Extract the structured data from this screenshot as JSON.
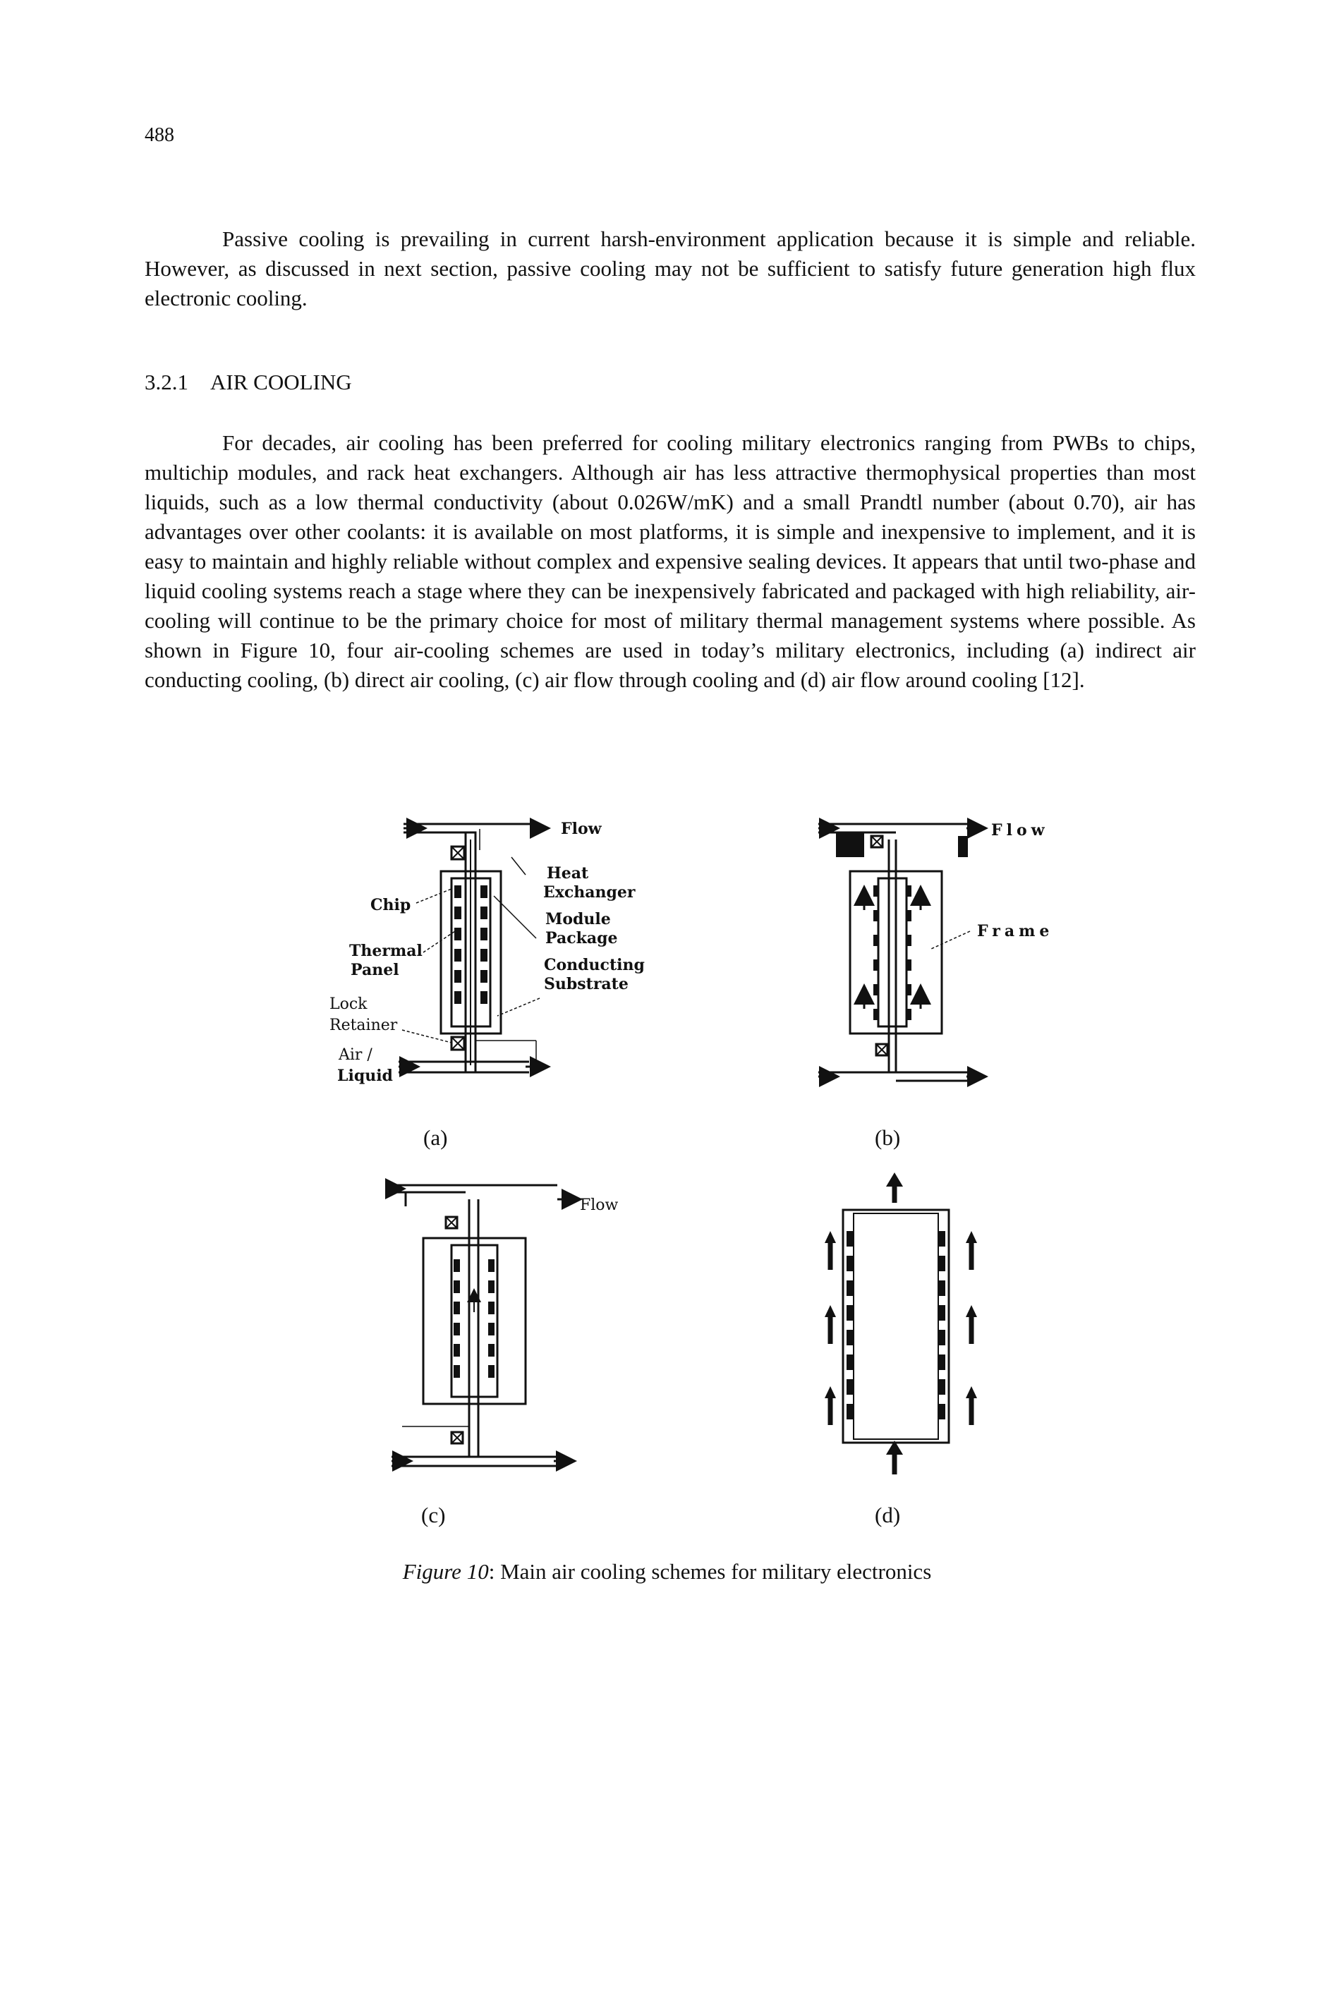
{
  "page": {
    "number": "488"
  },
  "paragraph1": "Passive cooling is prevailing in current harsh-environment application because it is simple and reliable. However, as discussed in next section, passive cooling may not be sufficient to satisfy future generation high flux electronic cooling.",
  "section": {
    "number": "3.2.1",
    "title": "AIR COOLING"
  },
  "paragraph2": "For decades, air cooling has been preferred for cooling military electronics ranging from PWBs to chips, multichip modules, and rack heat exchangers. Although air has less attractive thermophysical properties than most liquids, such as a low thermal conductivity (about 0.026W/mK) and a small Prandtl number (about 0.70), air has advantages over other coolants: it is available on most platforms, it is simple and inexpensive to implement, and it is easy to maintain and highly reliable without complex and expensive sealing devices. It appears that until two-phase and liquid cooling systems reach a stage where they can be inexpensively fabricated and packaged with high reliability, air-cooling will continue to be the primary choice for most of military thermal management systems where possible. As shown in Figure 10, four air-cooling schemes are used in today’s military electronics, including (a) indirect air conducting cooling, (b) direct air cooling, (c) air flow through cooling and (d) air flow around cooling [12].",
  "figure": {
    "panel_a": {
      "caption": "(a)",
      "labels": {
        "flow": "Flow",
        "heat": "Heat",
        "exchanger": "Exchanger",
        "module": "Module",
        "package": "Package",
        "conducting": "Conducting",
        "substrate": "Substrate",
        "chip": "Chip",
        "thermal": "Thermal",
        "panel": "Panel",
        "lock": "Lock",
        "retainer": "Retainer",
        "air": "Air /",
        "liquid": "Liquid"
      }
    },
    "panel_b": {
      "caption": "(b)",
      "labels": {
        "flow": "Flow",
        "frame": "Frame"
      }
    },
    "panel_c": {
      "caption": "(c)",
      "labels": {
        "flow": "Flow"
      }
    },
    "panel_d": {
      "caption": "(d)"
    },
    "caption_label": "Figure 10",
    "caption_text": ": Main air cooling schemes for military electronics"
  }
}
